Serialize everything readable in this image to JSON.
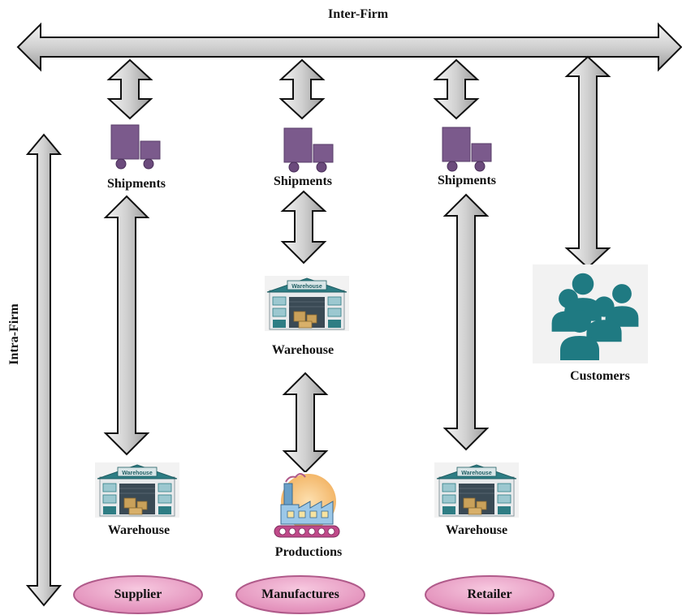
{
  "axes": {
    "inter_firm": "Inter-Firm",
    "intra_firm": "Intra-Firm"
  },
  "labels": {
    "shipments": "Shipments",
    "warehouse": "Warehouse",
    "warehouse_sign": "Warehouse",
    "productions": "Productions",
    "customers": "Customers"
  },
  "entities": {
    "supplier": "Supplier",
    "manufacturer": "Manufactures",
    "retailer": "Retailer"
  },
  "colors": {
    "arrow_fill_light": "#f2f2f2",
    "arrow_fill_dark": "#9a9a9a",
    "truck": "#7b5a8c",
    "warehouse_teal": "#2e7d84",
    "customers_teal": "#1f7a82",
    "ellipse_fill": "#ea9cc4",
    "ellipse_stroke": "#b05a8a"
  }
}
